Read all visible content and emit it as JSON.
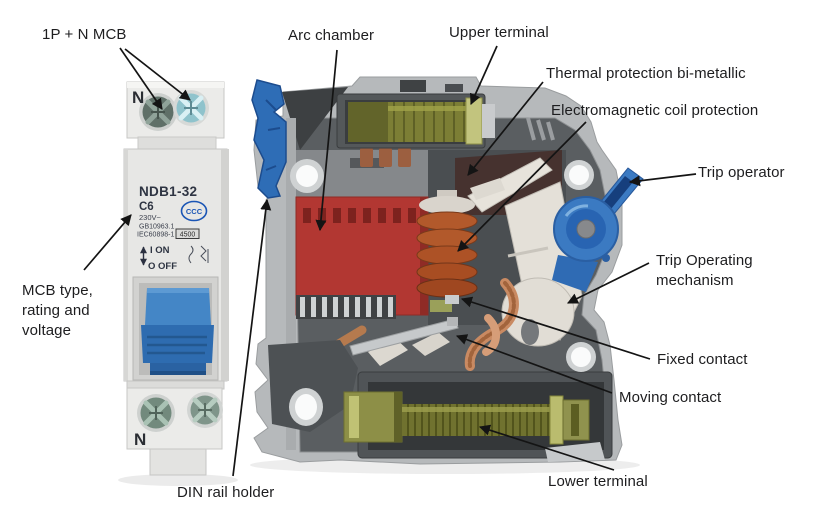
{
  "annotations": {
    "pn_mcb": "1P + N MCB",
    "arc_chamber": "Arc chamber",
    "upper_terminal": "Upper terminal",
    "thermal_protection": "Thermal protection bi-metallic",
    "electromagnetic_coil": "Electromagnetic coil protection",
    "trip_operator": "Trip operator",
    "trip_mechanism": "Trip Operating mechanism",
    "fixed_contact": "Fixed contact",
    "moving_contact": "Moving contact",
    "lower_terminal": "Lower terminal",
    "din_rail_holder": "DIN rail holder",
    "mcb_type": "MCB type, rating and voltage"
  },
  "mcb_front_panel": {
    "neutral_marking_top": "N",
    "neutral_marking_bottom": "N",
    "model": "NDB1-32",
    "curve_rating": "C6",
    "voltage": "230V~",
    "standard_gb": "GB10963.1",
    "standard_iec": "IEC60898-1",
    "breaking_capacity": "4500",
    "certification": "CCC",
    "on_label": "I ON",
    "off_label": "O OFF"
  },
  "colors": {
    "label_text": "#1d1d1f",
    "arrow": "#141414",
    "mcb_body_gray": "#e7e7e5",
    "toggle_blue": "#3579bd",
    "case_gray": "#b6b9bb",
    "interior_gray": "#5a5e61",
    "arc_chamber_red": "#b23732",
    "coil_copper": "#b2592b",
    "terminal_olive": "#7c7e35",
    "mechanism_cream": "#e7e3db",
    "trip_blue": "#3b7ac2"
  }
}
